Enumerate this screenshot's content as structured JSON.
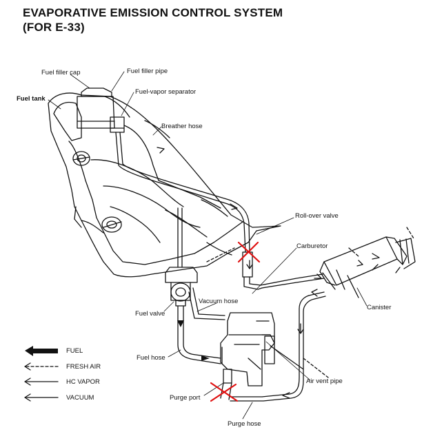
{
  "title": {
    "line1": "EVAPORATIVE EMISSION CONTROL SYSTEM",
    "line2": "(FOR E-33)"
  },
  "labels": {
    "fuel_filler_cap": "Fuel filler cap",
    "fuel_filler_pipe": "Fuel filler pipe",
    "fuel_tank": "Fuel tank",
    "fuel_vapor_separator": "Fuel-vapor separator",
    "breather_hose": "Breather hose",
    "roll_over_valve": "Roll-over valve",
    "carburetor": "Carburetor",
    "vacuum_hose": "Vacuum hose",
    "fuel_valve": "Fuel valve",
    "canister": "Canister",
    "fuel_hose": "Fuel hose",
    "air_vent_pipe": "Air vent pipe",
    "purge_port": "Purge port",
    "purge_hose": "Purge hose"
  },
  "legend": [
    {
      "label": "FUEL",
      "icon": "thick-arrow-icon"
    },
    {
      "label": "FRESH AIR",
      "icon": "dashed-arrow-icon"
    },
    {
      "label": "HC VAPOR",
      "icon": "hollow-arrow-icon"
    },
    {
      "label": "VACUUM",
      "icon": "thin-arrow-icon"
    }
  ],
  "colors": {
    "ink": "#111111",
    "mark": "#e01010"
  }
}
